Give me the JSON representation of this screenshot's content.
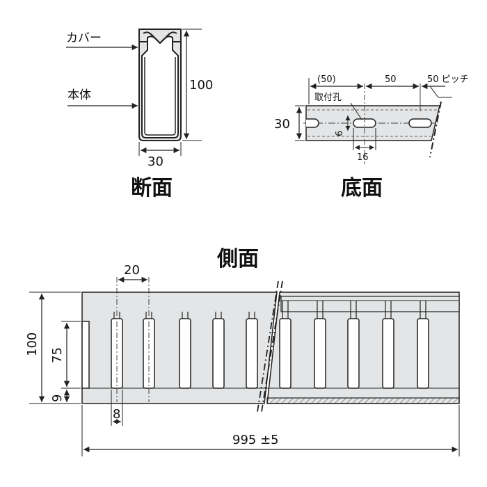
{
  "section_view": {
    "title": "断面",
    "cover_label": "カバー",
    "body_label": "本体",
    "height_dim": "100",
    "width_dim": "30"
  },
  "bottom_view": {
    "title": "底面",
    "pitch_first": "(50)",
    "pitch_second": "50",
    "pitch_note": "50 ピッチ",
    "hole_label": "取付孔",
    "width_dim": "30",
    "hole_height_dim": "6",
    "hole_length_dim": "16"
  },
  "side_view": {
    "title": "側面",
    "pitch_dim": "20",
    "total_height_dim": "100",
    "slot_height_dim": "75",
    "base_height_dim": "9",
    "slot_width_dim": "8",
    "length_dim": "995 ±5"
  },
  "colors": {
    "duct_fill": "#e3e5e6",
    "line": "#222222"
  }
}
